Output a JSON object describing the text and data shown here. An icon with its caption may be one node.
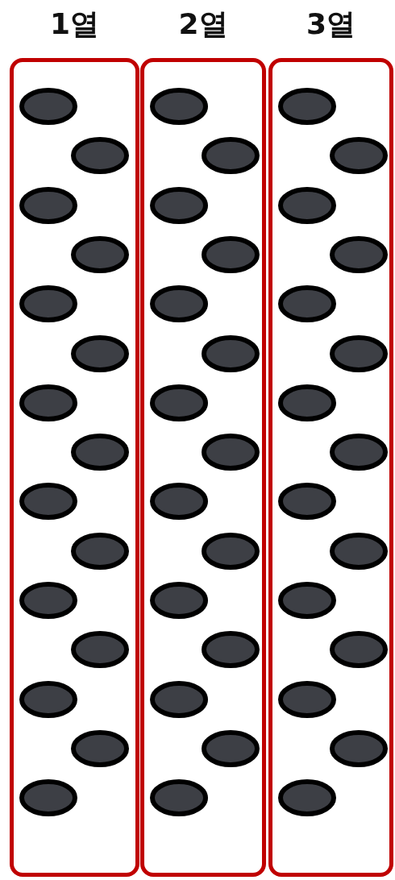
{
  "diagram": {
    "nodes": [
      {
        "text": [
          "1열"
        ]
      },
      {
        "text": [
          "2열"
        ]
      },
      {
        "text": [
          "3열"
        ]
      },
      {
        "text": [],
        "shape": "circle",
        "in": 0
      },
      {
        "text": [],
        "shape": "circle",
        "in": 0
      },
      {
        "text": [],
        "shape": "circle",
        "in": 0
      },
      {
        "text": [],
        "shape": "circle",
        "in": 0
      },
      {
        "text": [],
        "shape": "circle",
        "in": 0
      },
      {
        "text": [],
        "shape": "circle",
        "in": 0
      },
      {
        "text": [],
        "shape": "circle",
        "in": 0
      },
      {
        "text": [],
        "shape": "circle",
        "in": 0
      },
      {
        "text": [],
        "shape": "circle",
        "in": 0
      },
      {
        "text": [],
        "shape": "circle",
        "in": 0
      },
      {
        "text": [],
        "shape": "circle",
        "in": 0
      },
      {
        "text": [],
        "shape": "circle",
        "in": 0
      },
      {
        "text": [],
        "shape": "circle",
        "in": 0
      },
      {
        "text": [],
        "shape": "circle",
        "in": 0
      },
      {
        "text": [],
        "shape": "circle",
        "in": 0
      },
      {
        "text": [],
        "shape": "circle",
        "in": 1
      },
      {
        "text": [],
        "shape": "circle",
        "in": 1
      },
      {
        "text": [],
        "shape": "circle",
        "in": 1
      },
      {
        "text": [],
        "shape": "circle",
        "in": 1
      },
      {
        "text": [],
        "shape": "circle",
        "in": 1
      },
      {
        "text": [],
        "shape": "circle",
        "in": 1
      },
      {
        "text": [],
        "shape": "circle",
        "in": 1
      },
      {
        "text": [],
        "shape": "circle",
        "in": 1
      },
      {
        "text": [],
        "shape": "circle",
        "in": 1
      },
      {
        "text": [],
        "shape": "circle",
        "in": 1
      },
      {
        "text": [],
        "shape": "circle",
        "in": 1
      },
      {
        "text": [],
        "shape": "circle",
        "in": 1
      },
      {
        "text": [],
        "shape": "circle",
        "in": 1
      },
      {
        "text": [],
        "shape": "circle",
        "in": 1
      },
      {
        "text": [],
        "shape": "circle",
        "in": 1
      },
      {
        "text": [],
        "shape": "circle",
        "in": 2
      },
      {
        "text": [],
        "shape": "circle",
        "in": 2
      },
      {
        "text": [],
        "shape": "circle",
        "in": 2
      },
      {
        "text": [],
        "shape": "circle",
        "in": 2
      },
      {
        "text": [],
        "shape": "circle",
        "in": 2
      },
      {
        "text": [],
        "shape": "circle",
        "in": 2
      },
      {
        "text": [],
        "shape": "circle",
        "in": 2
      },
      {
        "text": [],
        "shape": "circle",
        "in": 2
      },
      {
        "text": [],
        "shape": "circle",
        "in": 2
      },
      {
        "text": [],
        "shape": "circle",
        "in": 2
      },
      {
        "text": [],
        "shape": "circle",
        "in": 2
      },
      {
        "text": [],
        "shape": "circle",
        "in": 2
      },
      {
        "text": [],
        "shape": "circle",
        "in": 2
      },
      {
        "text": [],
        "shape": "circle",
        "in": 2
      },
      {
        "text": [],
        "shape": "circle",
        "in": 2
      }
    ]
  }
}
